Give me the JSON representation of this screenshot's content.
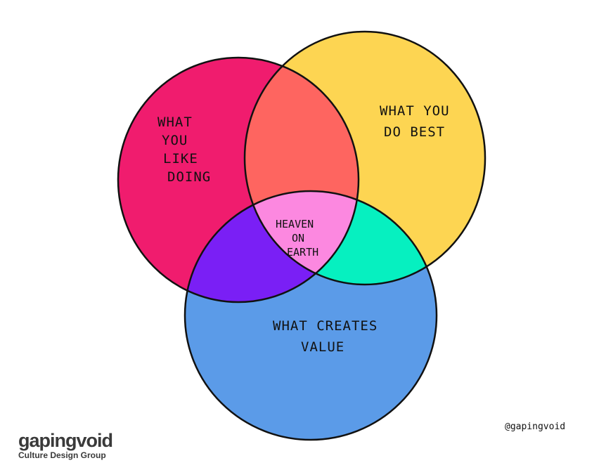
{
  "diagram": {
    "type": "venn",
    "sets": [
      {
        "id": "like",
        "label_lines": [
          "WHAT",
          "YOU",
          "LIKE",
          "DOING"
        ],
        "color": "#f01c6e"
      },
      {
        "id": "best",
        "label_lines": [
          "WHAT YOU",
          "DO BEST"
        ],
        "color": "#fdd552"
      },
      {
        "id": "value",
        "label_lines": [
          "WHAT CREATES",
          "VALUE"
        ],
        "color": "#5b9be8"
      }
    ],
    "intersections": {
      "like_best": {
        "color": "#fe6560"
      },
      "like_value": {
        "color": "#7a1ff5"
      },
      "best_value": {
        "color": "#06f0c0"
      },
      "all": {
        "color": "#fc88e0",
        "label_lines": [
          "HEAVEN",
          "ON",
          "EARTH"
        ]
      }
    }
  },
  "branding": {
    "logo_name": "gapingvoid",
    "logo_tagline": "Culture Design Group",
    "handle": "@gapingvoid"
  }
}
